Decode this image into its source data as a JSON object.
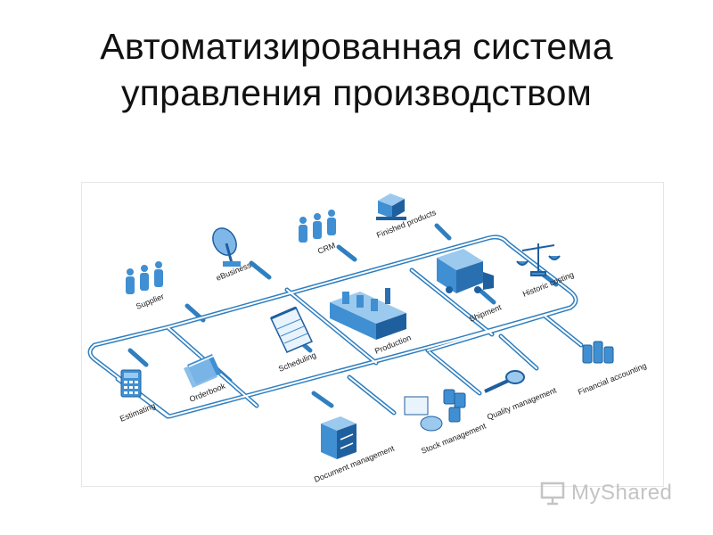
{
  "slide": {
    "title_line1": "Автоматизированная система",
    "title_line2": "управления производством"
  },
  "diagram": {
    "nodes": {
      "supplier": "Supplier",
      "ebusiness": "eBusiness",
      "crm": "CRM",
      "finished_products": "Finished products",
      "historic_costing": "Historic costing",
      "shipment": "Shipment",
      "production": "Production",
      "scheduling": "Scheduling",
      "orderbook": "Orderbook",
      "estimating": "Estimating",
      "financial_accounting": "Financial accounting",
      "quality_management": "Quality management",
      "stock_management": "Stock management",
      "document_management": "Document management"
    },
    "colors": {
      "pipe": "#2f7fc0",
      "pipe_inner": "#ffffff",
      "icon_main": "#3f8fd2",
      "icon_dark": "#1f5f9e",
      "icon_light": "#9cc9ee"
    }
  },
  "watermark": {
    "text": "MyShared",
    "icon": "projector-screen-icon"
  }
}
